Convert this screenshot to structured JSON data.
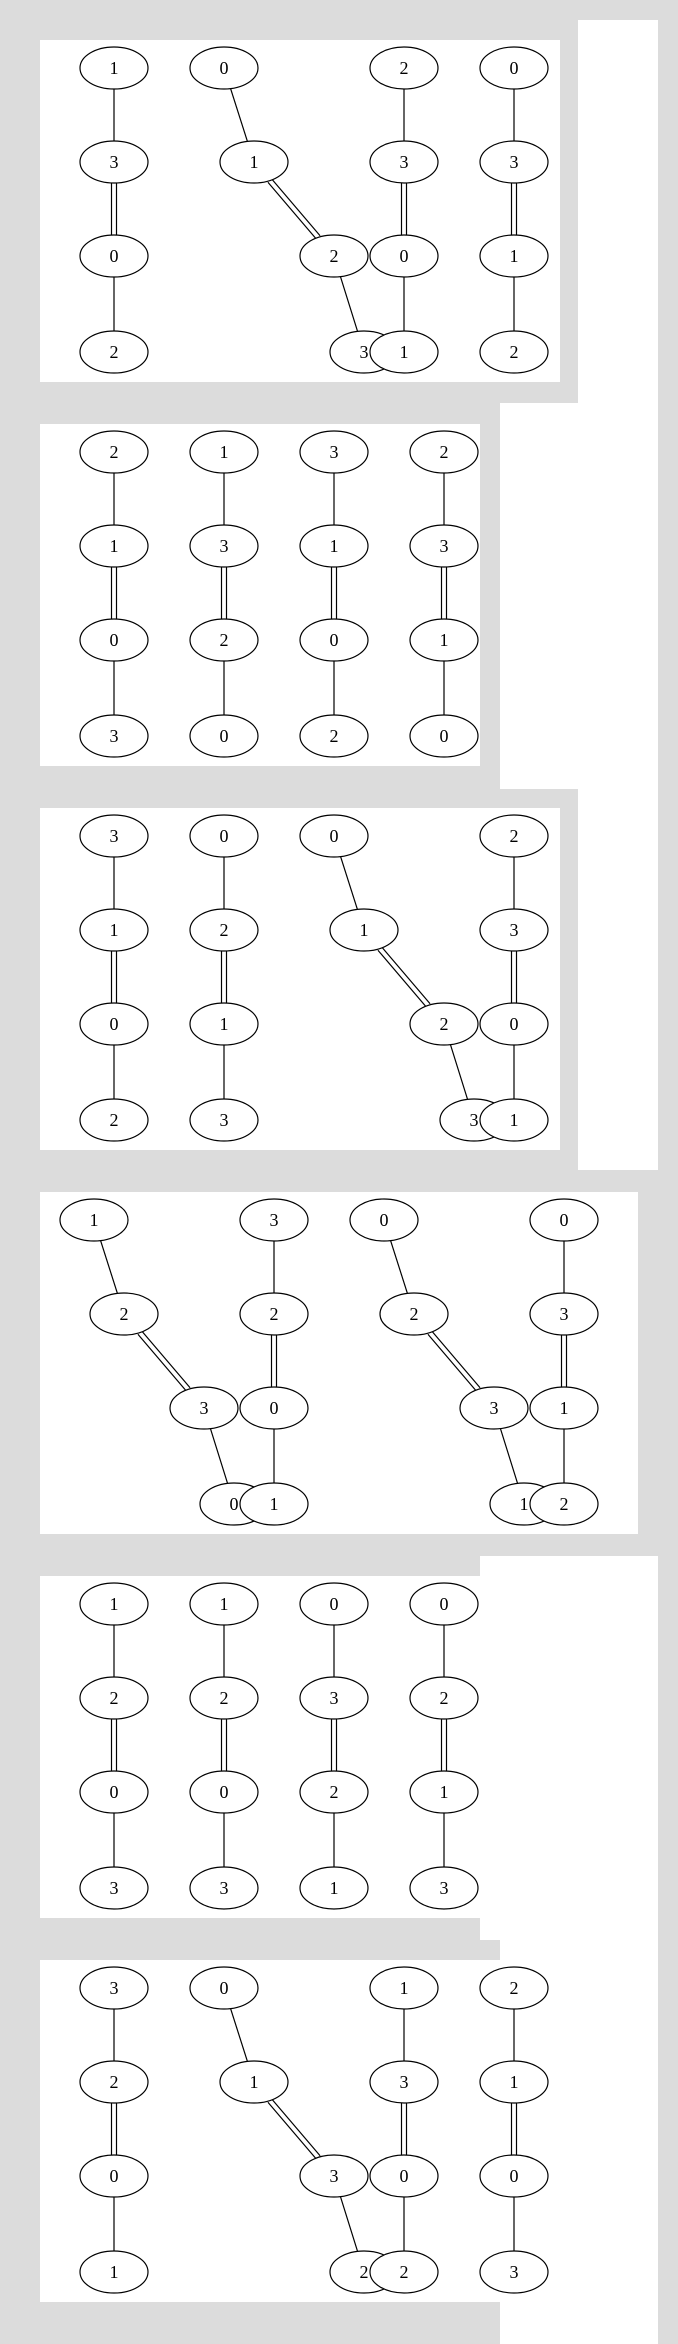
{
  "diagram": {
    "panels": [
      {
        "graphs": [
          {
            "columns": 1,
            "nodes": [
              "1",
              "3",
              "0",
              "2"
            ],
            "edges": [
              1,
              2,
              1
            ]
          },
          {
            "columns": 2,
            "nodes": [
              "0",
              "1",
              "2",
              "3"
            ],
            "edges": [
              1,
              2,
              1
            ]
          },
          {
            "columns": 1,
            "nodes": [
              "2",
              "3",
              "0",
              "1"
            ],
            "edges": [
              1,
              2,
              1
            ]
          },
          {
            "columns": 1,
            "nodes": [
              "0",
              "3",
              "1",
              "2"
            ],
            "edges": [
              1,
              2,
              1
            ]
          }
        ]
      },
      {
        "graphs": [
          {
            "columns": 1,
            "nodes": [
              "2",
              "1",
              "0",
              "3"
            ],
            "edges": [
              1,
              2,
              1
            ]
          },
          {
            "columns": 1,
            "nodes": [
              "1",
              "3",
              "2",
              "0"
            ],
            "edges": [
              1,
              2,
              1
            ]
          },
          {
            "columns": 1,
            "nodes": [
              "3",
              "1",
              "0",
              "2"
            ],
            "edges": [
              1,
              2,
              1
            ]
          },
          {
            "columns": 1,
            "nodes": [
              "2",
              "3",
              "1",
              "0"
            ],
            "edges": [
              1,
              2,
              1
            ]
          }
        ]
      },
      {
        "graphs": [
          {
            "columns": 1,
            "nodes": [
              "3",
              "1",
              "0",
              "2"
            ],
            "edges": [
              1,
              2,
              1
            ]
          },
          {
            "columns": 1,
            "nodes": [
              "0",
              "2",
              "1",
              "3"
            ],
            "edges": [
              1,
              2,
              1
            ]
          },
          {
            "columns": 2,
            "nodes": [
              "0",
              "1",
              "2",
              "3"
            ],
            "edges": [
              1,
              2,
              1
            ]
          },
          {
            "columns": 1,
            "nodes": [
              "2",
              "3",
              "0",
              "1"
            ],
            "edges": [
              1,
              2,
              1
            ]
          }
        ]
      },
      {
        "graphs": [
          {
            "columns": 2,
            "nodes": [
              "1",
              "2",
              "3",
              "0"
            ],
            "edges": [
              1,
              2,
              1
            ]
          },
          {
            "columns": 1,
            "nodes": [
              "3",
              "2",
              "0",
              "1"
            ],
            "edges": [
              1,
              2,
              1
            ]
          },
          {
            "columns": 2,
            "nodes": [
              "0",
              "2",
              "3",
              "1"
            ],
            "edges": [
              1,
              2,
              1
            ]
          },
          {
            "columns": 1,
            "nodes": [
              "0",
              "3",
              "1",
              "2"
            ],
            "edges": [
              1,
              2,
              1
            ]
          }
        ]
      },
      {
        "graphs": [
          {
            "columns": 1,
            "nodes": [
              "1",
              "2",
              "0",
              "3"
            ],
            "edges": [
              1,
              2,
              1
            ]
          },
          {
            "columns": 1,
            "nodes": [
              "1",
              "2",
              "0",
              "3"
            ],
            "edges": [
              1,
              2,
              1
            ]
          },
          {
            "columns": 1,
            "nodes": [
              "0",
              "3",
              "2",
              "1"
            ],
            "edges": [
              1,
              2,
              1
            ]
          },
          {
            "columns": 1,
            "nodes": [
              "0",
              "2",
              "1",
              "3"
            ],
            "edges": [
              1,
              2,
              1
            ]
          }
        ]
      },
      {
        "graphs": [
          {
            "columns": 1,
            "nodes": [
              "3",
              "2",
              "0",
              "1"
            ],
            "edges": [
              1,
              2,
              1
            ]
          },
          {
            "columns": 2,
            "nodes": [
              "0",
              "1",
              "3",
              "2"
            ],
            "edges": [
              1,
              2,
              1
            ]
          },
          {
            "columns": 1,
            "nodes": [
              "1",
              "3",
              "0",
              "2"
            ],
            "edges": [
              1,
              2,
              1
            ]
          },
          {
            "columns": 1,
            "nodes": [
              "2",
              "1",
              "0",
              "3"
            ],
            "edges": [
              1,
              2,
              1
            ]
          }
        ]
      }
    ]
  }
}
